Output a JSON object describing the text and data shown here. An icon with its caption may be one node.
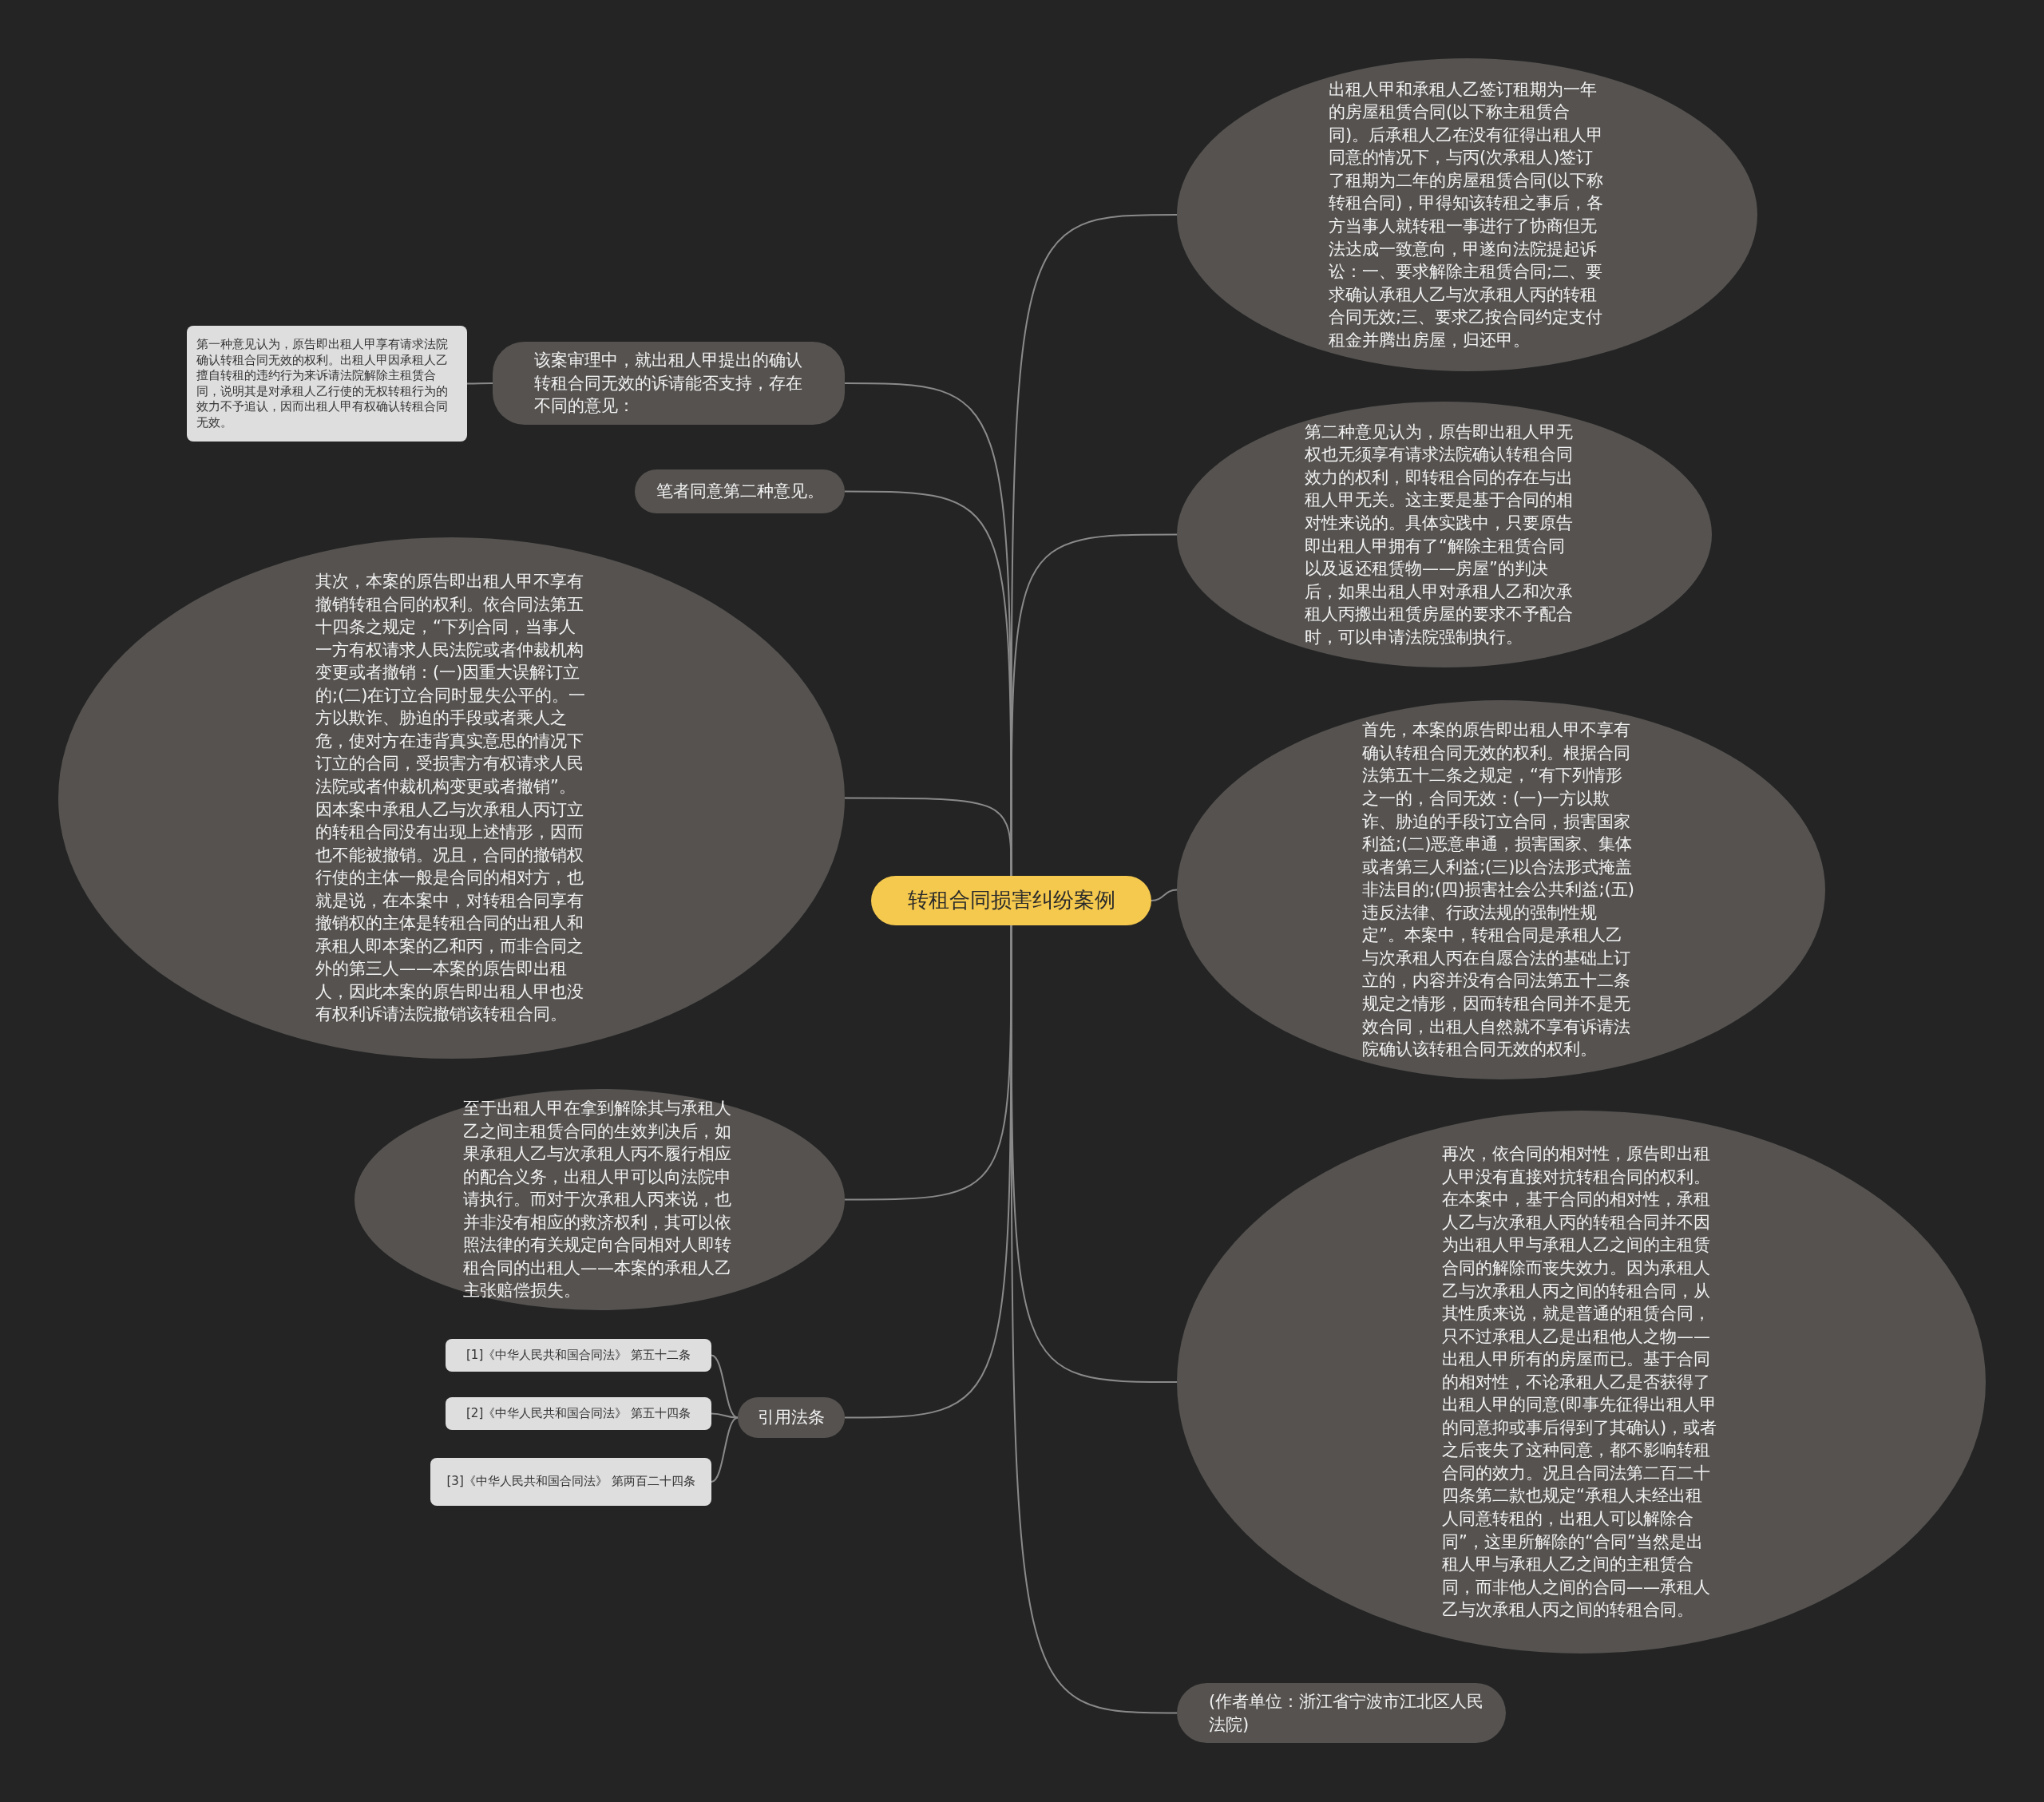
{
  "diagram": {
    "nodes": [
      {
        "text": [
          "转租合同损害纠纷案例"
        ]
      },
      {
        "text": [
          "出租人甲和承租人乙签订租期为一年的房屋租赁合同(以下称主租赁合同)。后承租人乙在没有征得出租人甲同意的情况下，与丙(次承租人)签订了租期为二年的房屋租赁合同(以下称转租合同)，甲得知该转租之事后，各方当事人就转租一事进行了协商但无法达成一致意向，甲遂向法院提起诉讼：一、要求解除主租赁合同;二、要求确认承租人乙与次承租人丙的转租合同无效;三、要求乙按合同约定支付租金并腾出房屋，归还甲。"
        ]
      },
      {
        "text": [
          "第二种意见认为，原告即出租人甲无权也无须享有请求法院确认转租合同效力的权利，即转租合同的存在与出租人甲无关。这主要是基于合同的相对性来说的。具体实践中，只要原告即出租人甲拥有了“解除主租赁合同以及返还租赁物——房屋”的判决后，如果出租人甲对承租人乙和次承租人丙搬出租赁房屋的要求不予配合时，可以申请法院强制执行。"
        ]
      },
      {
        "text": [
          "首先，本案的原告即出租人甲不享有确认转租合同无效的权利。根据合同法第五十二条之规定，“有下列情形之一的，合同无效：(一)一方以欺诈、胁迫的手段订立合同，损害国家利益;(二)恶意串通，损害国家、集体或者第三人利益;(三)以合法形式掩盖非法目的;(四)损害社会公共利益;(五)违反法律、行政法规的强制性规定”。本案中，转租合同是承租人乙与次承租人丙在自愿合法的基础上订立的，内容并没有合同法第五十二条规定之情形，因而转租合同并不是无效合同，出租人自然就不享有诉请法院确认该转租合同无效的权利。"
        ]
      },
      {
        "text": [
          "再次，依合同的相对性，原告即出租人甲没有直接对抗转租合同的权利。在本案中，基于合同的相对性，承租人乙与次承租人丙的转租合同并不因为出租人甲与承租人乙之间的主租赁合同的解除而丧失效力。因为承租人乙与次承租人丙之间的转租合同，从其性质来说，就是普通的租赁合同，只不过承租人乙是出租他人之物——出租人甲所有的房屋而已。基于合同的相对性，不论承租人乙是否获得了出租人甲的同意(即事先征得出租人甲的同意抑或事后得到了其确认)，或者之后丧失了这种同意，都不影响转租合同的效力。况且合同法第二百二十四条第二款也规定“承租人未经出租人同意转租的，出租人可以解除合同”，这里所解除的“合同”当然是出租人甲与承租人乙之间的主租赁合同，而非他人之间的合同——承租人乙与次承租人丙之间的转租合同。"
        ]
      },
      {
        "text": [
          "(作者单位：浙江省宁波市江北区人民法院)"
        ]
      },
      {
        "text": [
          "该案审理中，就出租人甲提出的确认转租合同无效的诉请能否支持，存在不同的意见："
        ]
      },
      {
        "text": [
          "第一种意见认为，原告即出租人甲享有请求法院确认转租合同无效的权利。出租人甲因承租人乙擅自转租的违约行为来诉请法院解除主租赁合同，说明其是对承租人乙行使的无权转租行为的效力不予追认，因而出租人甲有权确认转租合同无效。"
        ]
      },
      {
        "text": [
          "笔者同意第二种意见。"
        ]
      },
      {
        "text": [
          "其次，本案的原告即出租人甲不享有撤销转租合同的权利。依合同法第五十四条之规定，“下列合同，当事人一方有权请求人民法院或者仲裁机构变更或者撤销：(一)因重大误解订立的;(二)在订立合同时显失公平的。一方以欺诈、胁迫的手段或者乘人之危，使对方在违背真实意思的情况下订立的合同，受损害方有权请求人民法院或者仲裁机构变更或者撤销”。因本案中承租人乙与次承租人丙订立的转租合同没有出现上述情形，因而也不能被撤销。况且，合同的撤销权行使的主体一般是合同的相对方，也就是说，在本案中，对转租合同享有撤销权的主体是转租合同的出租人和承租人即本案的乙和丙，而非合同之外的第三人——本案的原告即出租人，因此本案的原告即出租人甲也没有权利诉请法院撤销该转租合同。"
        ]
      },
      {
        "text": [
          "至于出租人甲在拿到解除其与承租人乙之间主租赁合同的生效判决后，如果承租人乙与次承租人丙不履行相应的配合义务，出租人甲可以向法院申请执行。而对于次承租人丙来说，也并非没有相应的救济权利，其可以依照法律的有关规定向合同相对人即转租合同的出租人——本案的承租人乙主张赔偿损失。"
        ]
      },
      {
        "text": [
          "引用法条"
        ]
      },
      {
        "text": [
          "[1]《中华人民共和国合同法》 第五十二条"
        ]
      },
      {
        "text": [
          "[2]《中华人民共和国合同法》 第五十四条"
        ]
      },
      {
        "text": [
          "[3]《中华人民共和国合同法》 第两百二十四条"
        ]
      }
    ],
    "edges": [
      {
        "from": 0,
        "to": 1,
        "arrow": "none"
      },
      {
        "from": 0,
        "to": 2,
        "arrow": "none"
      },
      {
        "from": 0,
        "to": 3,
        "arrow": "none"
      },
      {
        "from": 0,
        "to": 4,
        "arrow": "none"
      },
      {
        "from": 0,
        "to": 5,
        "arrow": "none"
      },
      {
        "from": 0,
        "to": 6,
        "arrow": "none"
      },
      {
        "from": 6,
        "to": 7,
        "arrow": "none"
      },
      {
        "from": 0,
        "to": 8,
        "arrow": "none"
      },
      {
        "from": 0,
        "to": 9,
        "arrow": "none"
      },
      {
        "from": 0,
        "to": 10,
        "arrow": "none"
      },
      {
        "from": 0,
        "to": 11,
        "arrow": "none"
      },
      {
        "from": 11,
        "to": 12,
        "arrow": "none"
      },
      {
        "from": 11,
        "to": 13,
        "arrow": "none"
      },
      {
        "from": 11,
        "to": 14,
        "arrow": "none"
      }
    ]
  }
}
